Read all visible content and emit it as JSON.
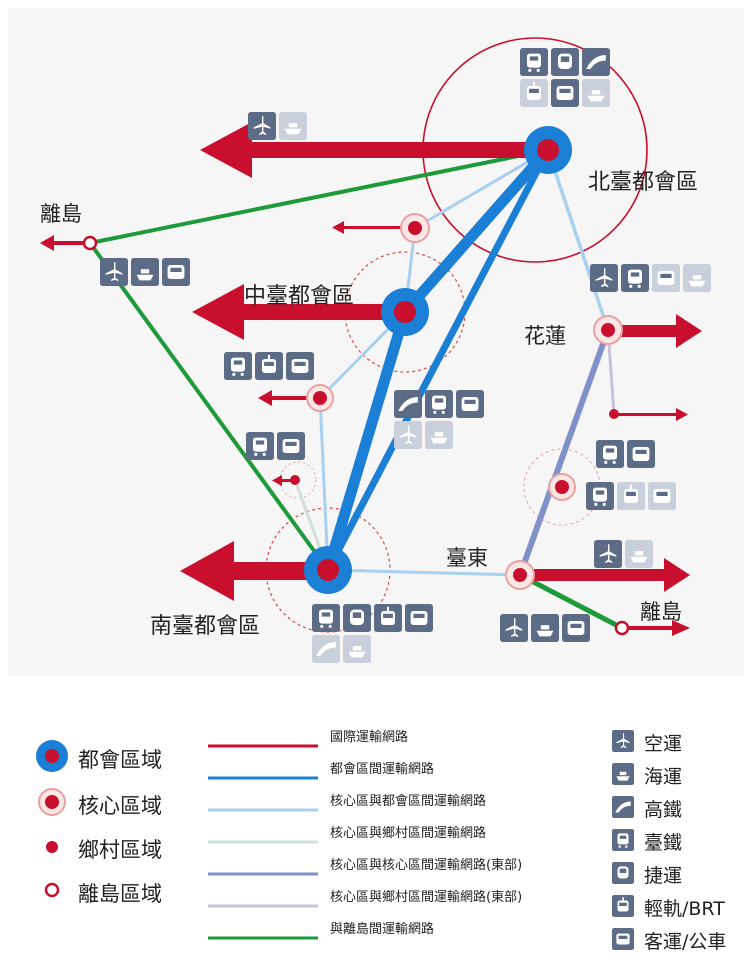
{
  "map": {
    "labels": {
      "north": "北臺都會區",
      "central": "中臺都會區",
      "south": "南臺都會區",
      "hualien": "花蓮",
      "taitung": "臺東",
      "island_west": "離島",
      "island_east": "離島"
    },
    "icon_groups": {
      "north": [
        "rail-icon",
        "metro-icon",
        "hsr-icon",
        "lrt-icon",
        "bus-icon",
        "ship-icon"
      ],
      "north_intl": [
        "plane-icon",
        "ship-icon"
      ],
      "island_west": [
        "plane-icon",
        "ship-icon",
        "bus-icon"
      ],
      "hualien": [
        "plane-icon",
        "rail-icon",
        "bus-icon",
        "ship-icon"
      ],
      "central_core": [
        "rail-icon",
        "lrt-icon",
        "bus-icon"
      ],
      "middle_corridor": [
        "hsr-icon",
        "rail-icon",
        "bus-icon",
        "plane-icon",
        "ship-icon"
      ],
      "south_core": [
        "rail-icon",
        "bus-icon"
      ],
      "east_core": [
        "rail-icon",
        "bus-icon"
      ],
      "east_core2": [
        "rail-icon",
        "lrt-icon",
        "bus-icon"
      ],
      "taitung": [
        "plane-icon",
        "ship-icon"
      ],
      "island_east": [
        "plane-icon",
        "ship-icon",
        "bus-icon"
      ],
      "south": [
        "rail-icon",
        "metro-icon",
        "lrt-icon",
        "bus-icon",
        "hsr-icon",
        "ship-icon"
      ]
    }
  },
  "legend": {
    "regions": [
      "都會區域",
      "核心區域",
      "鄉村區域",
      "離島區域"
    ],
    "networks": [
      {
        "label": "國際運輸網路",
        "color": "#c8102e"
      },
      {
        "label": "都會區間運輸網路",
        "color": "#1b7fd6"
      },
      {
        "label": "核心區與都會區間運輸網路",
        "color": "#a8d0f0"
      },
      {
        "label": "核心區與鄉村區間運輸網路",
        "color": "#cfe0d8"
      },
      {
        "label": "核心區與核心區間運輸網路(東部)",
        "color": "#8090c8"
      },
      {
        "label": "核心區與鄉村區間運輸網路(東部)",
        "color": "#c8c0dc"
      },
      {
        "label": "與離島間運輸網路",
        "color": "#1e9a3a"
      }
    ],
    "modes": [
      "空運",
      "海運",
      "高鐵",
      "臺鐵",
      "捷運",
      "輕軌/BRT",
      "客運/公車"
    ]
  }
}
